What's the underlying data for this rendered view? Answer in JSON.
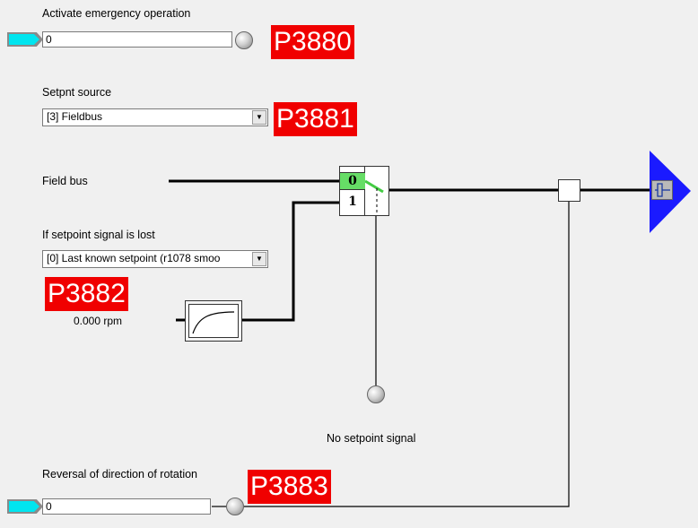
{
  "emergency": {
    "label": "Activate emergency operation",
    "value": "0",
    "tag": "P3880"
  },
  "setpoint_source": {
    "label": "Setpnt source",
    "selected": "[3] Fieldbus",
    "tag": "P3881"
  },
  "field_bus": {
    "label": "Field bus"
  },
  "setpoint_lost": {
    "label": "If setpoint signal is lost",
    "selected": "[0] Last known setpoint (r1078 smoo",
    "tag": "P3882",
    "rpm_value": "0.000 rpm"
  },
  "switch": {
    "input_0": "0",
    "input_1": "1"
  },
  "no_setpoint_signal": {
    "label": "No setpoint signal"
  },
  "reversal": {
    "label": "Reversal of direction of rotation",
    "value": "0",
    "tag": "P3883"
  },
  "colors": {
    "connector": "#00e5ef",
    "tag_bg": "#f00000",
    "output_triangle": "#1a1aff",
    "switch_active": "#66dd66"
  },
  "icons": {
    "connector": "cyan-connector-icon",
    "led": "led-indicator-icon",
    "filter": "ramp-filter-icon",
    "output": "output-triangle-icon",
    "output_symbol": "output-connector-icon"
  }
}
